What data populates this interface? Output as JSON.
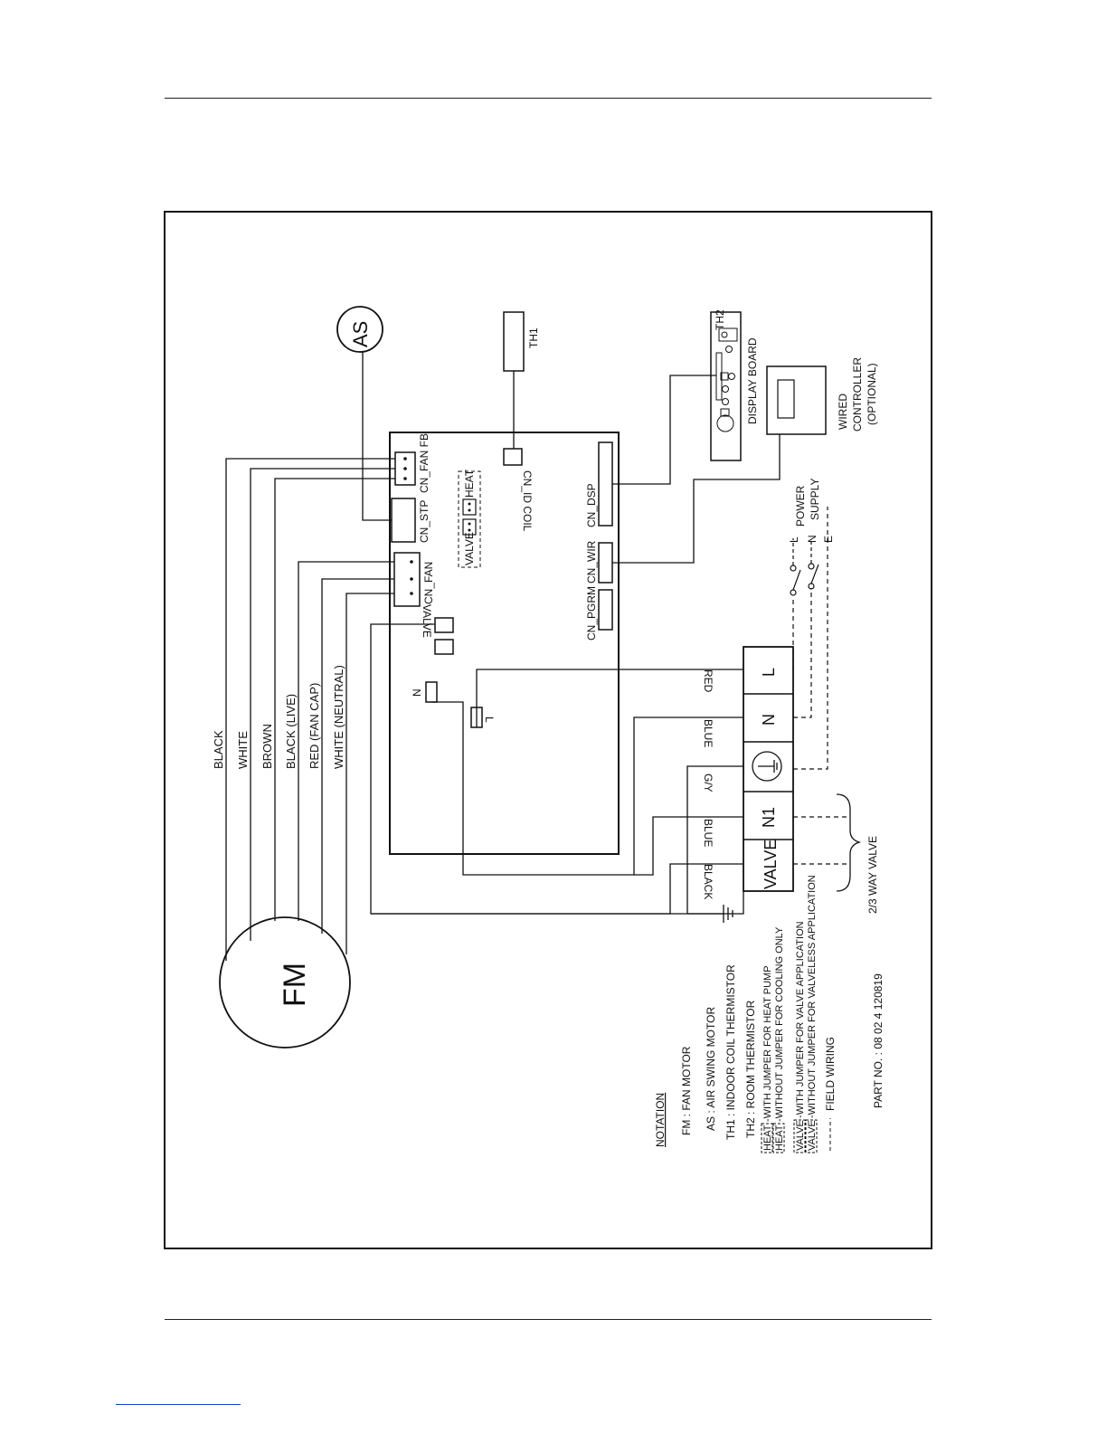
{
  "motors": {
    "fan_motor": "FM",
    "swing_motor": "AS"
  },
  "sensors": {
    "th1": "TH1",
    "th2": "TH2"
  },
  "wire_colors": {
    "black": "BLACK",
    "white": "WHITE",
    "brown": "BROWN",
    "black_live": "BLACK (LIVE)",
    "red_fan_cap": "RED (FAN CAP)",
    "white_neutral": "WHITE (NEUTRAL)",
    "red": "RED",
    "blue_n": "BLUE",
    "gy": "G/Y",
    "blue_n1": "BLUE",
    "black_valve": "BLACK"
  },
  "board": {
    "cn_fan_fb": "CN_FAN FB",
    "cn_stp": "CN_STP",
    "cn_fan": "CN_FAN",
    "valve_relay": "VALVE",
    "jumper_valve": "VALVE",
    "jumper_heat": "HEAT",
    "cn_id_coil": "CN_ID COIL",
    "cn_dsp": "CN_DSP",
    "cn_wir": "CN_WIR",
    "cn_pgrm": "CN_PGRM",
    "n_tab": "N",
    "l_tab": "L"
  },
  "terminals": {
    "l": "L",
    "n": "N",
    "n1": "N1",
    "valve": "VALVE"
  },
  "display_board": "DISPLAY BOARD",
  "wired_controller": [
    "WIRED",
    "CONTROLLER",
    "(OPTIONAL)"
  ],
  "power_supply": {
    "label": [
      "POWER",
      "SUPPLY"
    ],
    "l": "L",
    "n": "N",
    "e": "E"
  },
  "valve_label": "2/3 WAY VALVE",
  "notation": {
    "title": "NOTATION",
    "fm": "FM : FAN MOTOR",
    "as": "AS : AIR SWING MOTOR",
    "th1": "TH1 : INDOOR COIL THERMISTOR",
    "th2": "TH2 : ROOM THERMISTOR",
    "heat_word": "HEAT",
    "heat_with": "-WITH JUMPER FOR HEAT PUMP",
    "heat_without": "-WITHOUT JUMPER FOR COOLING ONLY",
    "valve_word": "VALVE",
    "valve_with": "-WITH JUMPER FOR VALVE APPLICATION",
    "valve_without": "-WITHOUT JUMPER FOR VALVELESS APPLICATION",
    "field_wiring": "FIELD WIRING"
  },
  "part_no": "PART NO. : 08 02 4 120819"
}
